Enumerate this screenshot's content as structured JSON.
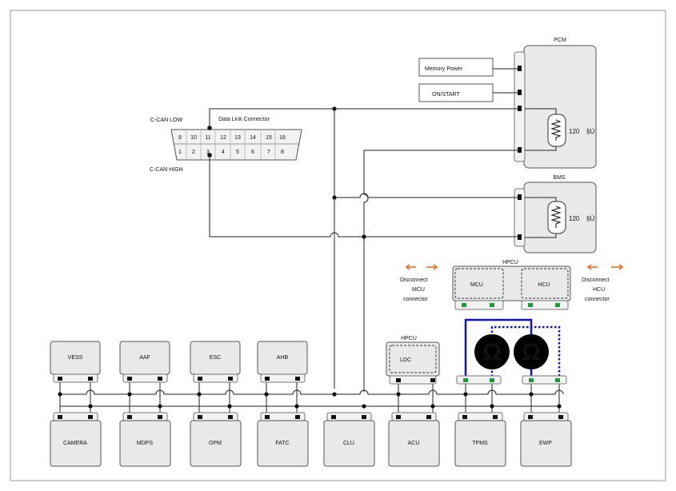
{
  "colors": {
    "wire": "#222222",
    "module_fill": "#e9e9e9",
    "connector_fill": "#f2f2f2",
    "pin": "#111111",
    "pin_green": "#1a9a3a",
    "solid_blue": "#1010d0",
    "dotted_blue": "#1010d0",
    "arrow": "#ee6a1c",
    "ohm_fill": "#000000",
    "ohm_text": "#ffffff"
  },
  "pcm": {
    "label": "PCM",
    "resistor_value": "120",
    "unit_glyph": "§Ù"
  },
  "bms": {
    "label": "BMS",
    "resistor_value": "120",
    "unit_glyph": "§Ù"
  },
  "inputs": {
    "memory_power": "Memory Power",
    "on_start": "ON/START"
  },
  "dlc": {
    "title": "Data Link Connector",
    "can_low": "C-CAN LOW",
    "can_high": "C-CAN HIGH",
    "top_pins": [
      "9",
      "10",
      "11",
      "12",
      "13",
      "14",
      "15",
      "16"
    ],
    "bottom_pins": [
      "1",
      "2",
      "3",
      "4",
      "5",
      "6",
      "7",
      "8"
    ]
  },
  "hpcu_top": {
    "label": "HPCU",
    "mcu": "MCU",
    "hcu": "HCU",
    "note_mcu": [
      "Disconnect",
      "MCU",
      "connector"
    ],
    "note_hcu": [
      "Disconnect",
      "HCU",
      "connector"
    ]
  },
  "hpcu_ldc": {
    "label": "HPCU",
    "ldc": "LDC"
  },
  "upper_modules": [
    "VESS",
    "AAF",
    "ESC",
    "AHB"
  ],
  "lower_modules": [
    "CAMERA",
    "MDPS",
    "OPM",
    "FATC",
    "CLU",
    "ACU",
    "TPMS",
    "EWP"
  ],
  "ohm_symbol": "Ω"
}
